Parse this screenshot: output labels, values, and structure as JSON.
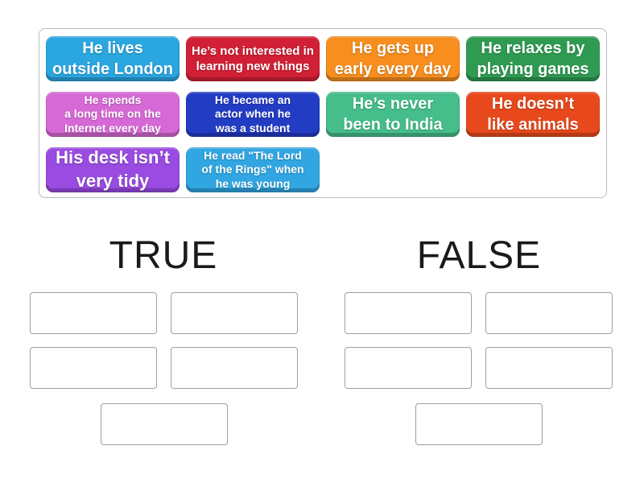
{
  "pool": {
    "cards": [
      {
        "text": "He lives\noutside London",
        "color": "#2aa6e0"
      },
      {
        "text": "He’s not interested in\nlearning new things",
        "color": "#d12035"
      },
      {
        "text": "He gets up\nearly every day",
        "color": "#f78e1e"
      },
      {
        "text": "He relaxes by\nplaying games",
        "color": "#2f9b52"
      },
      {
        "text": "He spends\na long time on the\nInternet every day",
        "color": "#d669d6"
      },
      {
        "text": "He became an\nactor when he\nwas a student",
        "color": "#233cc4"
      },
      {
        "text": "He’s never\nbeen to India",
        "color": "#45be8b"
      },
      {
        "text": "He doesn’t\nlike animals",
        "color": "#e8491c"
      },
      {
        "text": "His desk isn’t\nvery tidy",
        "color": "#9a4be2"
      },
      {
        "text": "He read \"The Lord\nof the Rings\" when\nhe was young",
        "color": "#31a6e2"
      }
    ]
  },
  "groups": [
    {
      "label": "TRUE",
      "slot_count": 5
    },
    {
      "label": "FALSE",
      "slot_count": 5
    }
  ],
  "colors": {
    "background": "#ffffff",
    "tray_border": "#b9bcc0",
    "slot_border": "#9aa0a3",
    "heading_text": "#1a1a1a",
    "card_text": "#ffffff"
  }
}
